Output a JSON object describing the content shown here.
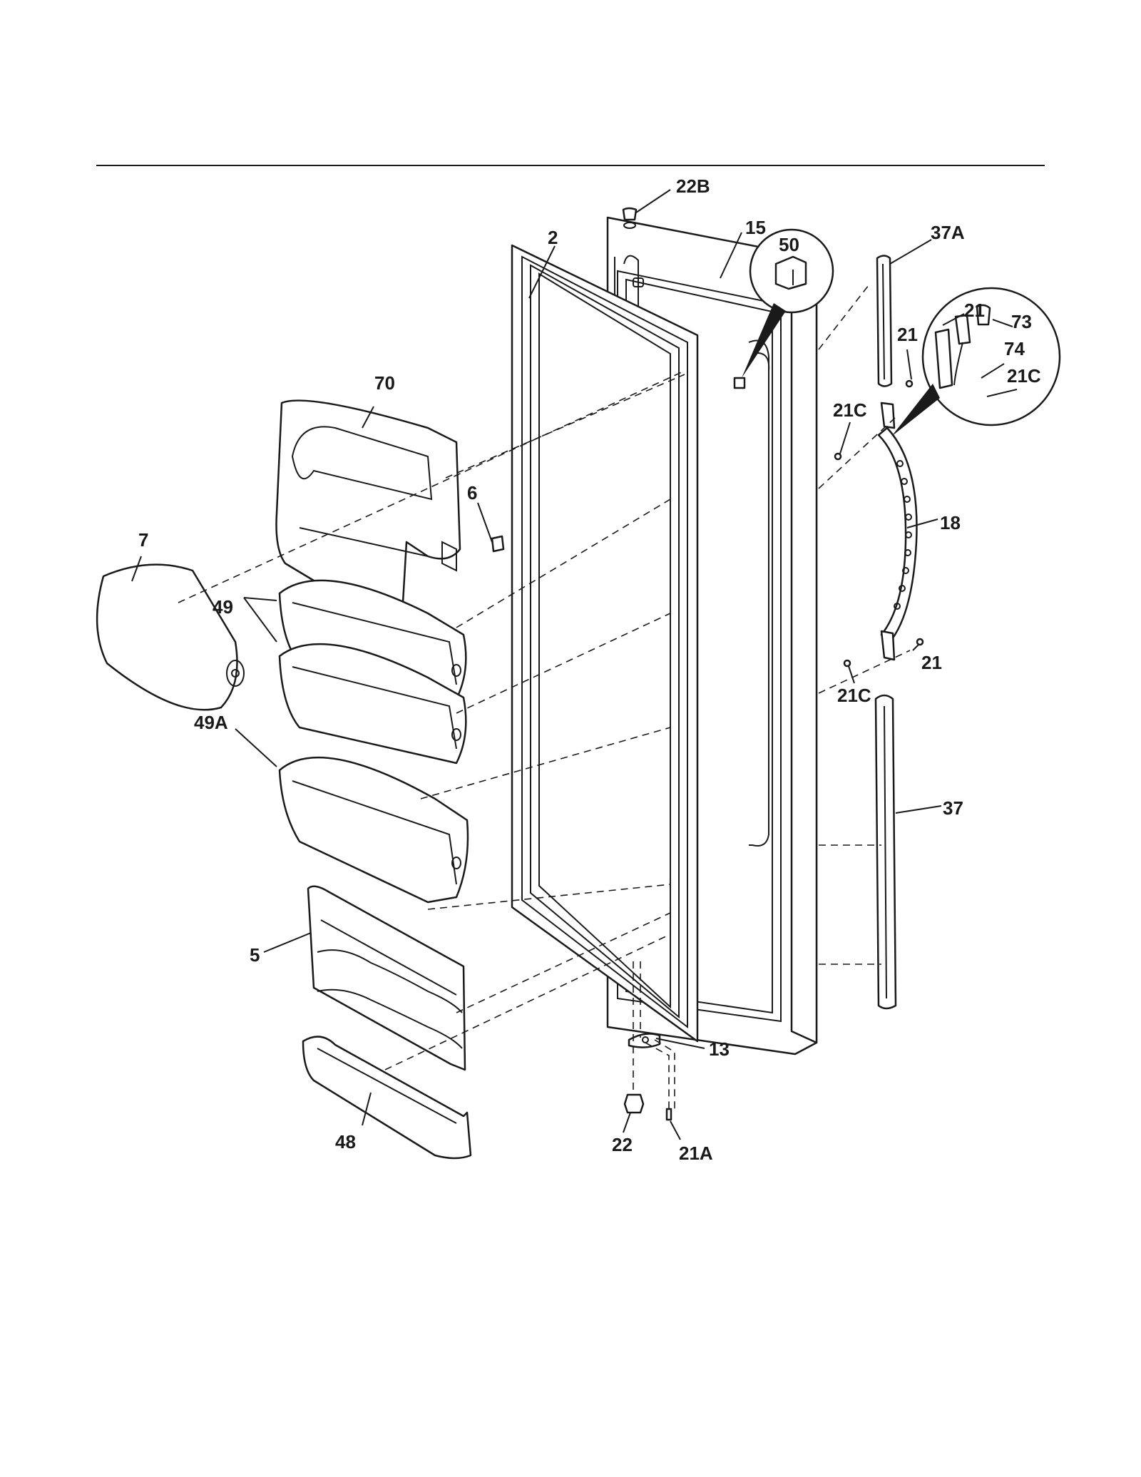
{
  "callouts": [
    {
      "id": "22B",
      "text": "22B"
    },
    {
      "id": "15",
      "text": "15"
    },
    {
      "id": "2",
      "text": "2"
    },
    {
      "id": "50",
      "text": "50"
    },
    {
      "id": "37A",
      "text": "37A"
    },
    {
      "id": "21-top-inset",
      "text": "21"
    },
    {
      "id": "73",
      "text": "73"
    },
    {
      "id": "21-left-inset",
      "text": "21"
    },
    {
      "id": "74",
      "text": "74"
    },
    {
      "id": "21C-inset",
      "text": "21C"
    },
    {
      "id": "21C-upper",
      "text": "21C"
    },
    {
      "id": "70",
      "text": "70"
    },
    {
      "id": "6",
      "text": "6"
    },
    {
      "id": "18",
      "text": "18"
    },
    {
      "id": "7",
      "text": "7"
    },
    {
      "id": "49",
      "text": "49"
    },
    {
      "id": "21-lower",
      "text": "21"
    },
    {
      "id": "21C-lower",
      "text": "21C"
    },
    {
      "id": "49A",
      "text": "49A"
    },
    {
      "id": "37",
      "text": "37"
    },
    {
      "id": "5",
      "text": "5"
    },
    {
      "id": "13",
      "text": "13"
    },
    {
      "id": "22",
      "text": "22"
    },
    {
      "id": "48",
      "text": "48"
    },
    {
      "id": "21A",
      "text": "21A"
    }
  ]
}
